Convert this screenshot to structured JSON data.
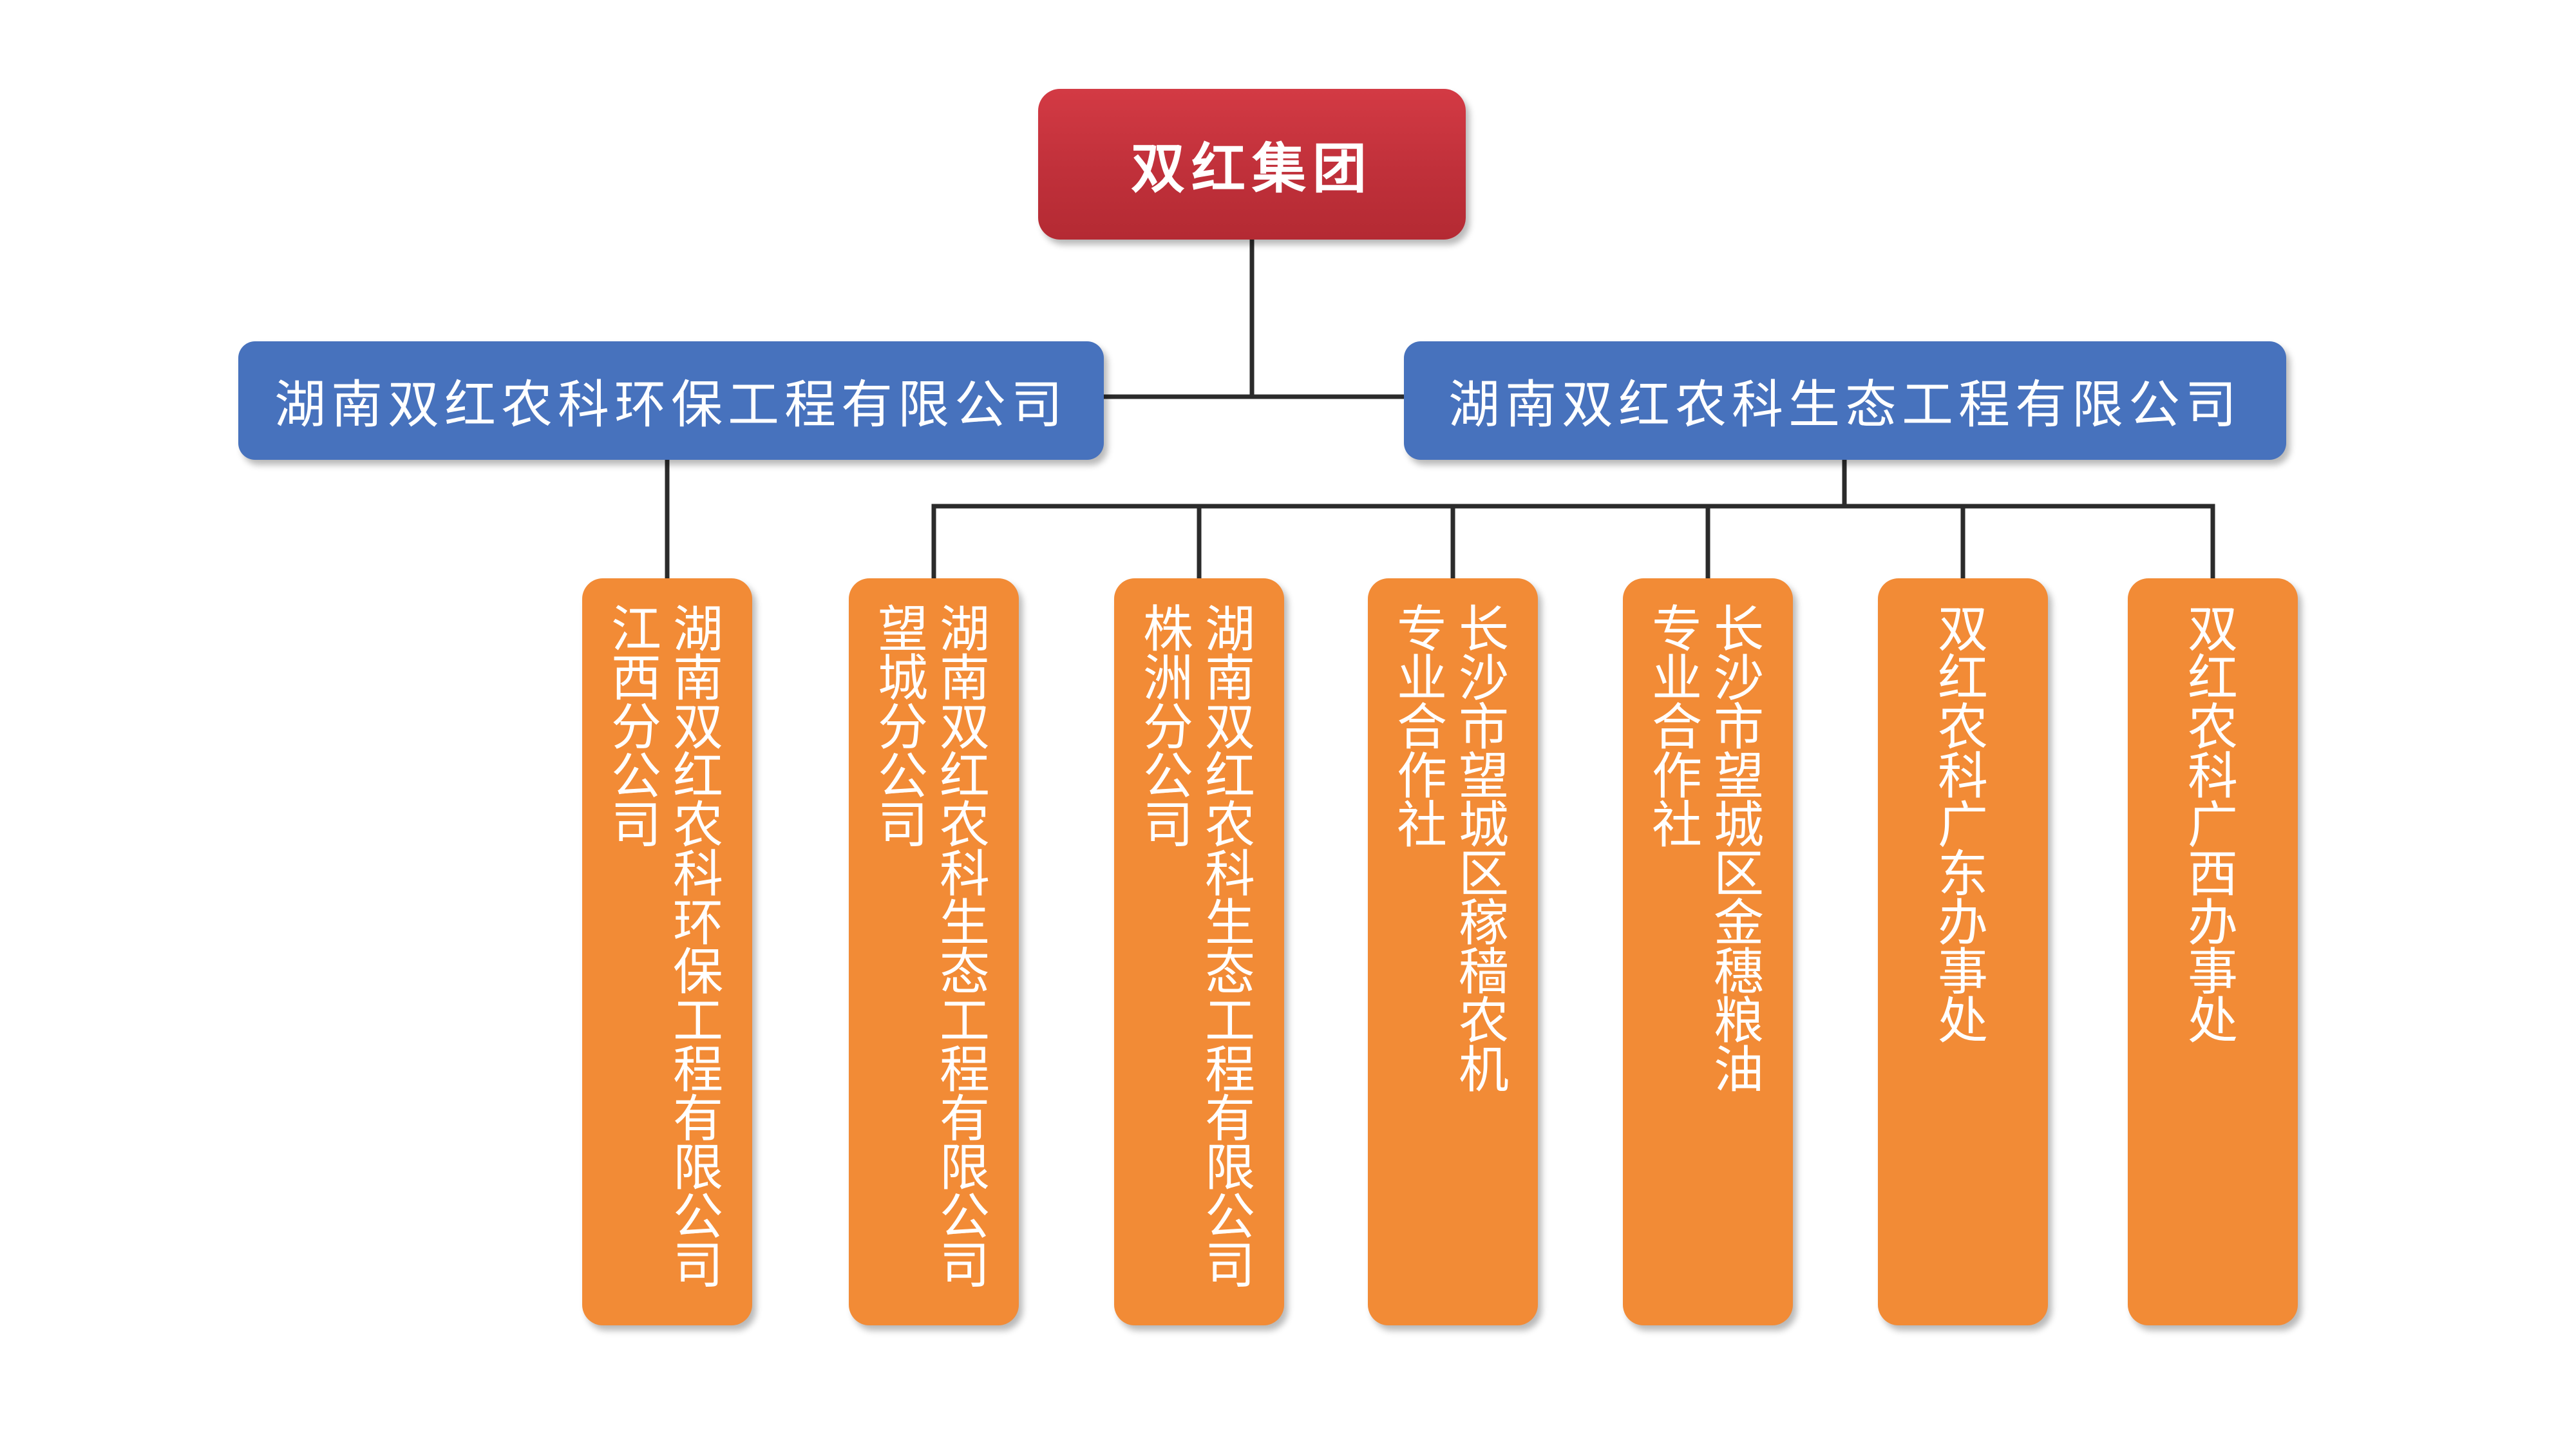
{
  "root": {
    "label": "双红集团"
  },
  "companies": [
    {
      "label": "湖南双红农科环保工程有限公司",
      "branches": [
        {
          "lines": [
            "湖南双红农科环保工程有限公司",
            "江西分公司"
          ]
        }
      ]
    },
    {
      "label": "湖南双红农科生态工程有限公司",
      "branches": [
        {
          "lines": [
            "湖南双红农科生态工程有限公司",
            "望城分公司"
          ]
        },
        {
          "lines": [
            "湖南双红农科生态工程有限公司",
            "株洲分公司"
          ]
        },
        {
          "lines": [
            "长沙市望城区稼穑农机",
            "专业合作社"
          ]
        },
        {
          "lines": [
            "长沙市望城区金穗粮油",
            "专业合作社"
          ]
        },
        {
          "lines": [
            "双红农科广东办事处"
          ]
        },
        {
          "lines": [
            "双红农科广西办事处"
          ]
        }
      ]
    }
  ],
  "colors": {
    "root": "#c0303a",
    "company": "#4772bd",
    "branch": "#f28b36",
    "connector": "#2b2b2b",
    "text": "#ffffff"
  }
}
